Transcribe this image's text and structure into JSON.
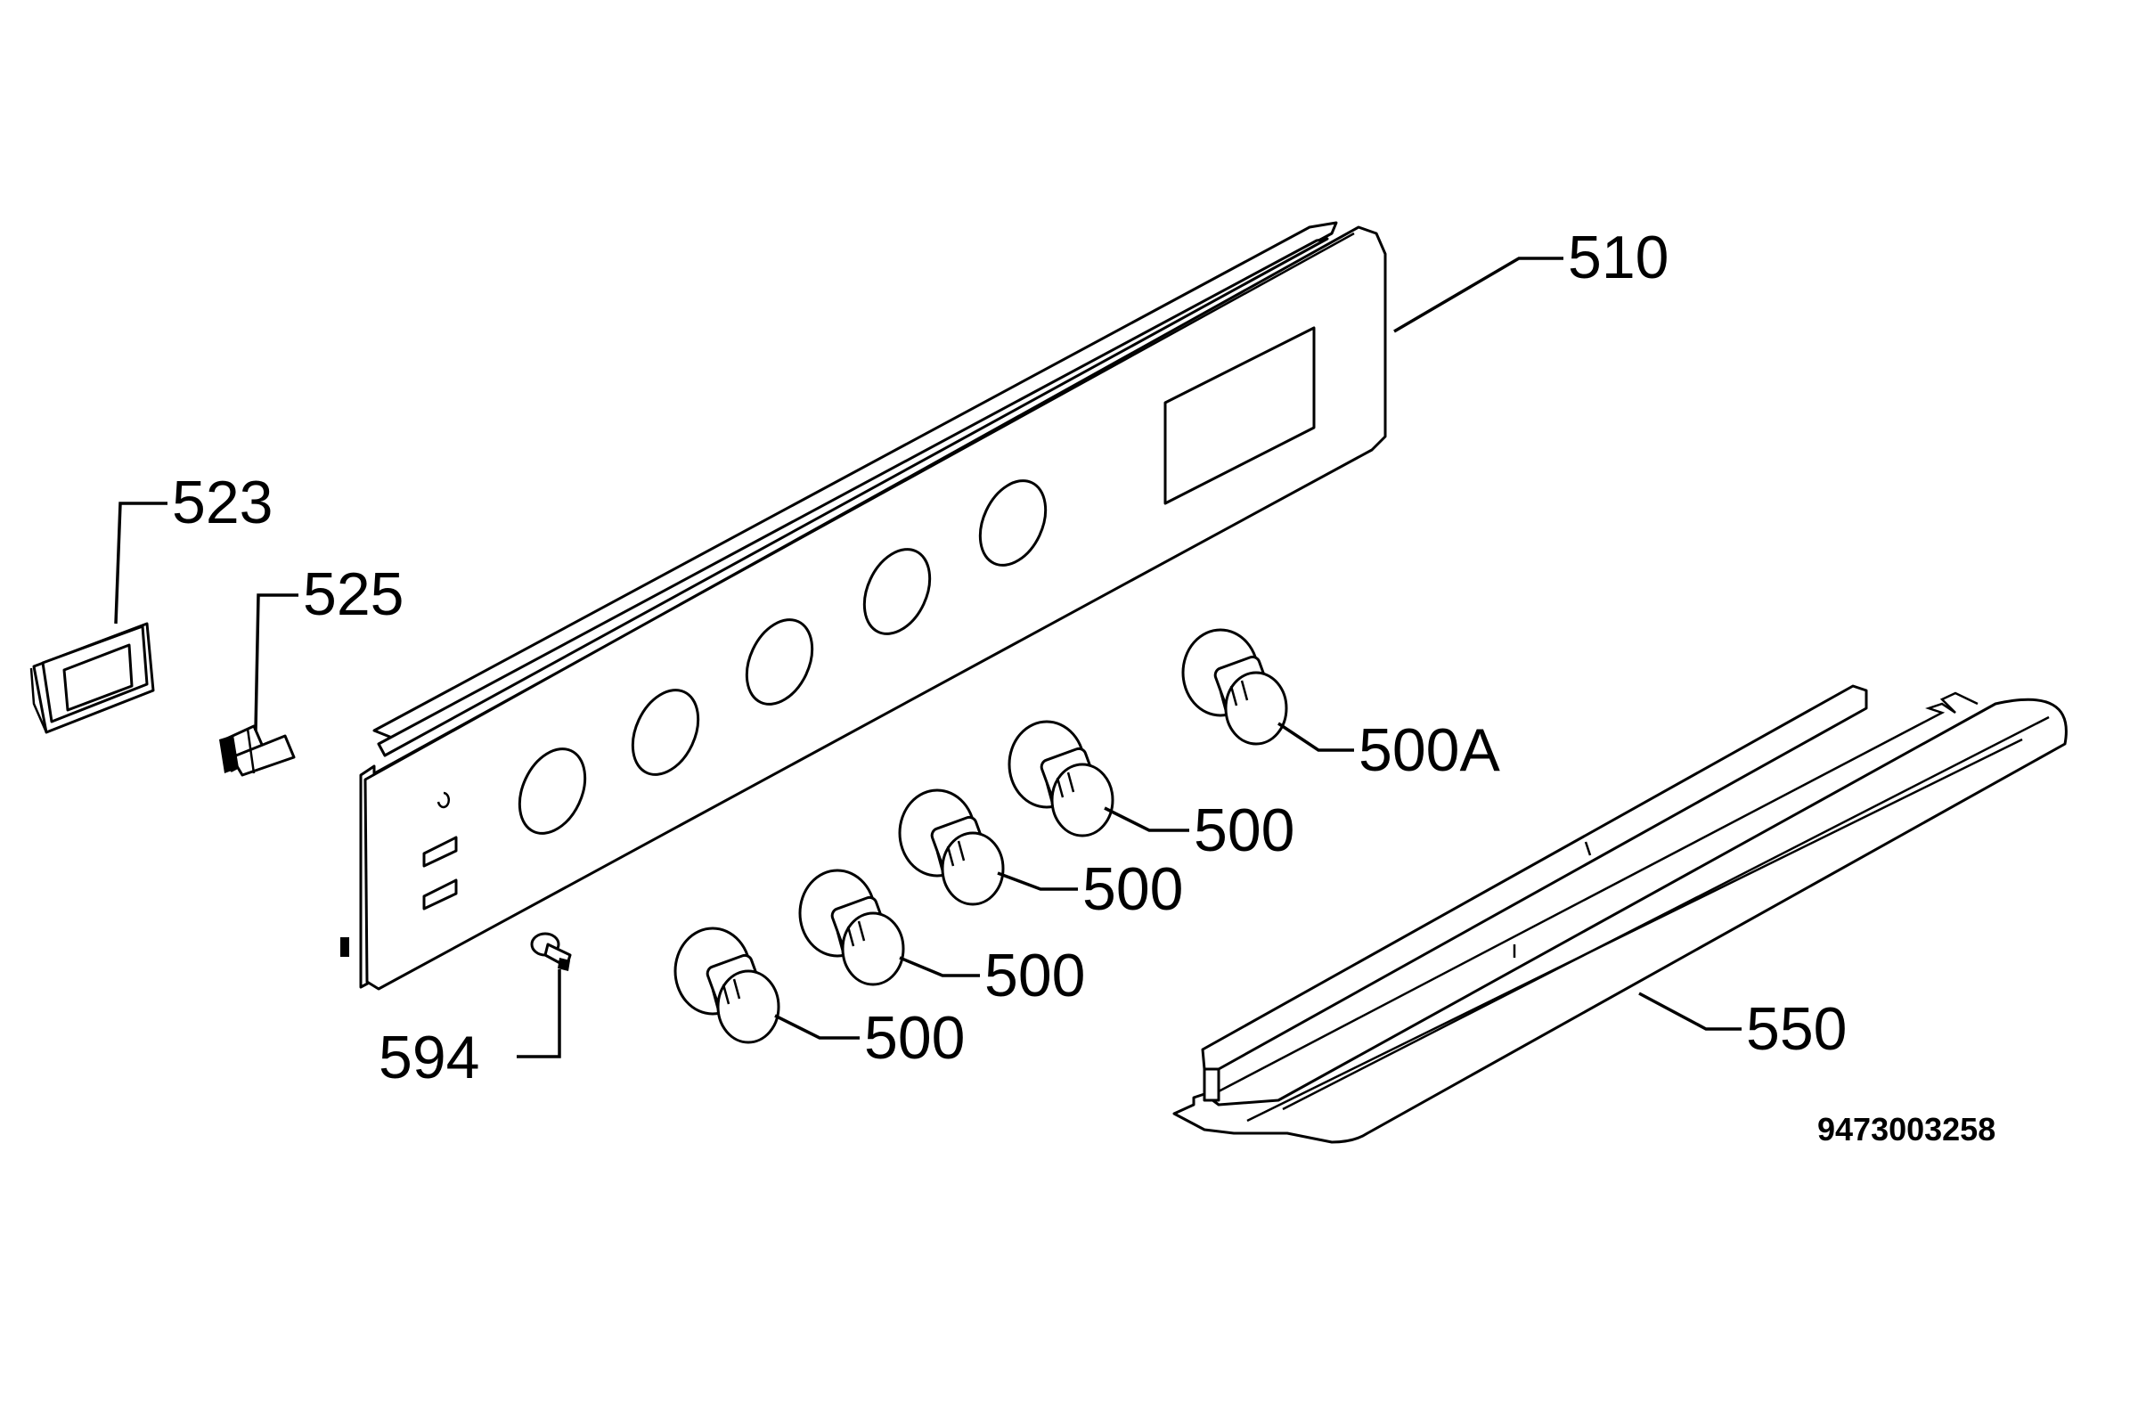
{
  "labels": {
    "p510": "510",
    "p523": "523",
    "p525": "525",
    "p500a": "500A",
    "p500_1": "500",
    "p500_2": "500",
    "p500_3": "500",
    "p500_4": "500",
    "p594": "594",
    "p550": "550"
  },
  "doc_number": "9473003258"
}
